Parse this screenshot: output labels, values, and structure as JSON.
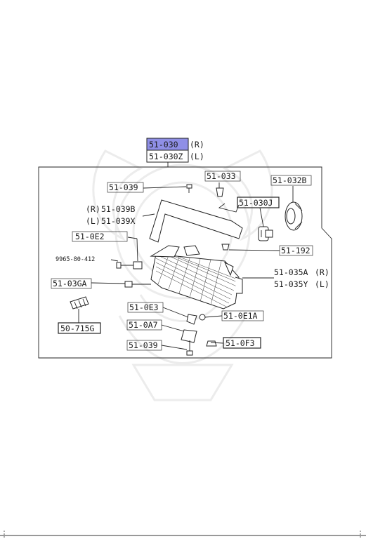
{
  "diagram": {
    "header": {
      "primary_code": "51-030",
      "primary_side": "(R)",
      "secondary_code": "51-030Z",
      "secondary_side": "(L)",
      "highlight_color": "#8f8fe6"
    },
    "callouts": {
      "c51_039_top": "51-039",
      "c51_033": "51-033",
      "c51_032b": "51-032B",
      "r_side": "(R)",
      "c51_039b": "51-039B",
      "l_side": "(L)",
      "c51_039x": "51-039X",
      "c51_030j": "51-030J",
      "c51_0e2": "51-0E2",
      "c9965": "9965-80-412",
      "c51_192": "51-192",
      "c51_035a": "51-035A",
      "c51_035a_side": "(R)",
      "c51_035y": "51-035Y",
      "c51_035y_side": "(L)",
      "c51_03ga": "51-03GA",
      "c50_715g": "50-715G",
      "c51_0e3": "51-0E3",
      "c51_0e1a": "51-0E1A",
      "c51_0a7": "51-0A7",
      "c51_039_bottom": "51-039",
      "c51_0f3": "51-0F3"
    }
  }
}
